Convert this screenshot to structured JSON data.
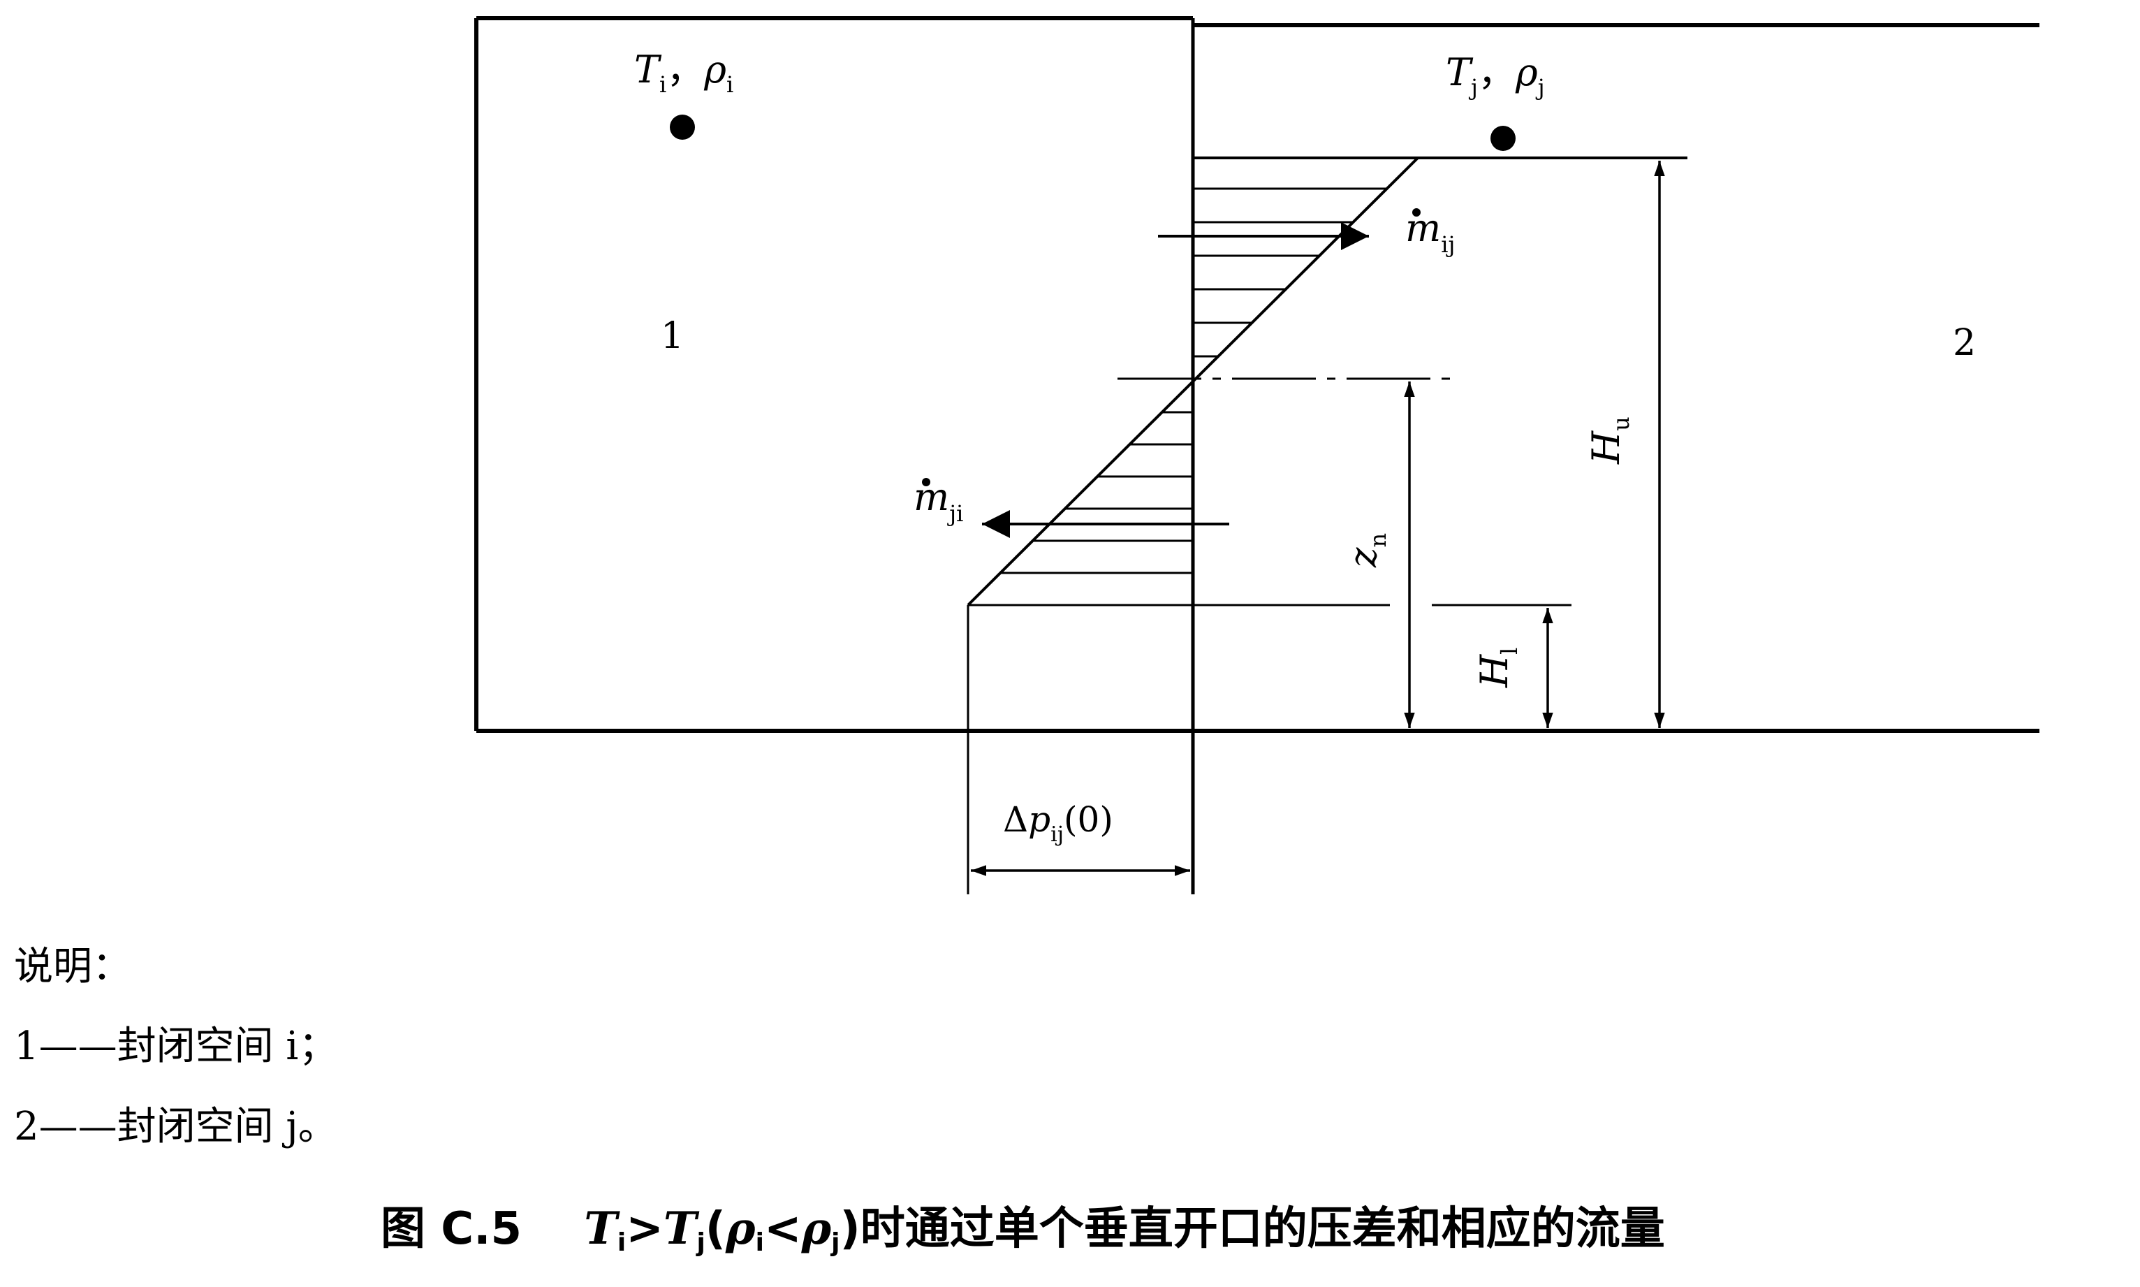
{
  "diagram": {
    "labels": {
      "room1_number": "1",
      "room2_number": "2",
      "temp_i": "T",
      "temp_i_sub": "i",
      "rho_i": "ρ",
      "rho_i_sub": "i",
      "temp_j": "T",
      "temp_j_sub": "j",
      "rho_j": "ρ",
      "rho_j_sub": "j",
      "separator": "，",
      "flow_ij": "m",
      "flow_ij_sub": "ij",
      "flow_ji": "m",
      "flow_ji_sub": "ji",
      "height_upper": "H",
      "height_upper_sub": "u",
      "height_lower": "H",
      "height_lower_sub": "l",
      "neutral_height": "z",
      "neutral_height_sub": "n",
      "pressure_diff_delta": "Δ",
      "pressure_diff": "p",
      "pressure_diff_sub": "ij",
      "pressure_diff_arg": "(0)"
    }
  },
  "legend": {
    "title": "说明：",
    "items": [
      "1——封闭空间 i；",
      "2——封闭空间 j。"
    ]
  },
  "caption": {
    "figure_no": "图 C.5",
    "t": "T",
    "sub_i": "i",
    "gt": ">",
    "sub_j": "j",
    "open_paren": "(",
    "rho": "ρ",
    "lt": "<",
    "close_paren": ")",
    "rest": "时通过单个垂直开口的压差和相应的流量"
  }
}
